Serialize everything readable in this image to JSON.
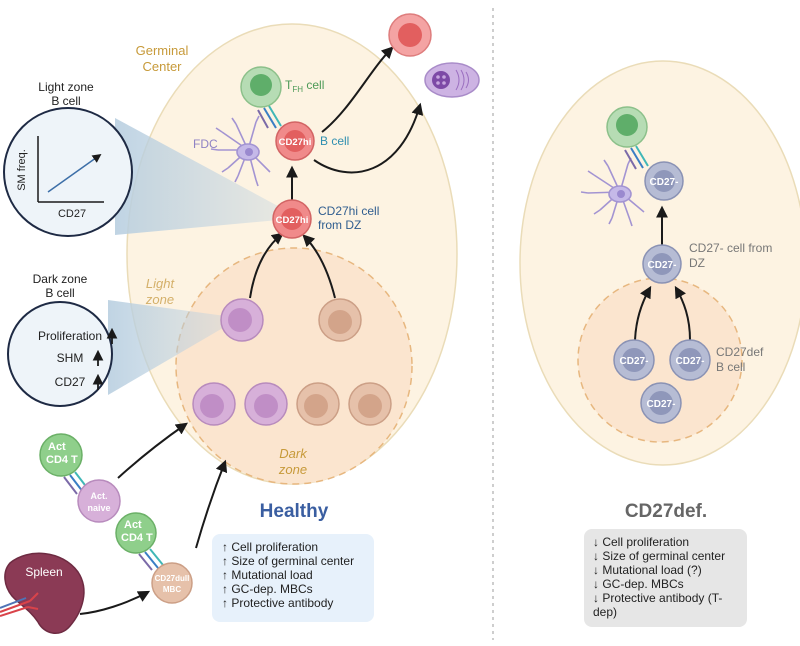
{
  "healthy": {
    "title": "Healthy",
    "gc_label_line1": "Germinal",
    "gc_label_line2": "Center",
    "light_zone_line1": "Light",
    "light_zone_line2": "zone",
    "dark_zone_line1": "Dark",
    "dark_zone_line2": "zone",
    "fdc_label": "FDC",
    "tfh_label_main": "T",
    "tfh_label_sub": "FH",
    "tfh_label_suffix": " cell",
    "bcell_label": "B cell",
    "cd27hi_tag": "CD27hi",
    "cd27hi_dz_line1": "CD27hi cell",
    "cd27hi_dz_line2": "from DZ",
    "act_t_line1": "Act",
    "act_t_line2": "CD4 T",
    "act_naive_line1": "Act.",
    "act_naive_line2": "naive",
    "mbc_line1": "CD27dull",
    "mbc_line2": "MBC",
    "spleen_label": "Spleen",
    "effects": [
      "↑ Cell proliferation",
      "↑ Size of germinal center",
      "↑ Mutational load",
      "↑ GC-dep. MBCs",
      "↑ Protective antibody"
    ]
  },
  "light_zone_panel": {
    "title_line1": "Light zone",
    "title_line2": "B cell",
    "ylabel": "SM freq.",
    "xlabel": "CD27"
  },
  "dark_zone_panel": {
    "title_line1": "Dark zone",
    "title_line2": "B cell",
    "rows": [
      "Proliferation",
      "SHM",
      "CD27"
    ]
  },
  "cd27def": {
    "title": "CD27def.",
    "cd27neg_tag": "CD27-",
    "dz_line1": "CD27- cell from",
    "dz_line2": "DZ",
    "def_line1": "CD27def",
    "def_line2": "B cell",
    "effects": [
      "↓ Cell proliferation",
      "↓ Size of germinal center",
      "↓ Mutational load (?)",
      "↓ GC-dep. MBCs",
      "↓ Protective antibody (T-",
      "dep)"
    ]
  }
}
